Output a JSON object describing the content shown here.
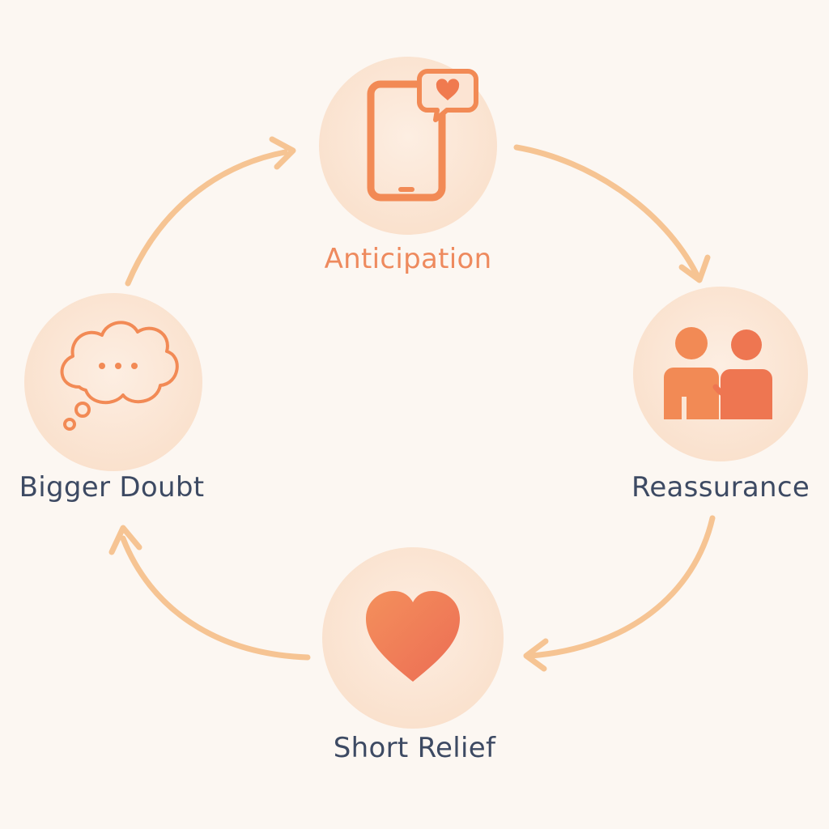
{
  "colors": {
    "background": "#fcf7f2",
    "circle_fill": "#fbe6d6",
    "arrow": "#f6c493",
    "icon_orange": "#f28a55",
    "icon_coral": "#ee7651",
    "label_dark": "#3d4a63",
    "label_accent": "#ee8a5e"
  },
  "nodes": [
    {
      "id": "anticipation",
      "label": "Anticipation",
      "icon": "phone-heart-message-icon"
    },
    {
      "id": "reassurance",
      "label": "Reassurance",
      "icon": "two-people-icon"
    },
    {
      "id": "short-relief",
      "label": "Short Relief",
      "icon": "heart-icon"
    },
    {
      "id": "bigger-doubt",
      "label": "Bigger Doubt",
      "icon": "thought-bubble-icon"
    }
  ]
}
